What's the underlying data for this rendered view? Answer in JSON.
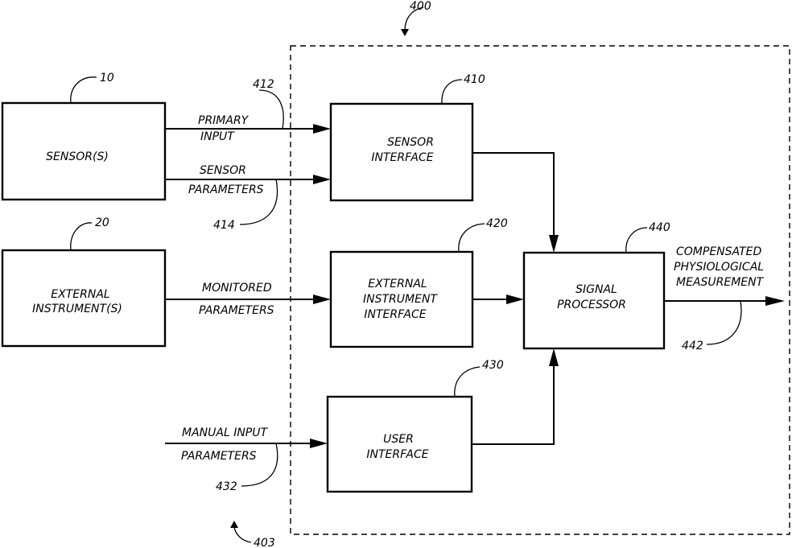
{
  "figure_ref": "400",
  "figure_ref_bottom": "403",
  "blocks": {
    "sensors": {
      "ref": "10",
      "lines": [
        "SENSOR(S)"
      ]
    },
    "external_instruments": {
      "ref": "20",
      "lines": [
        "EXTERNAL",
        "INSTRUMENT(S)"
      ]
    },
    "sensor_interface": {
      "ref": "410",
      "lines": [
        "SENSOR",
        "INTERFACE"
      ]
    },
    "external_instrument_interface": {
      "ref": "420",
      "lines": [
        "EXTERNAL",
        "INSTRUMENT",
        "INTERFACE"
      ]
    },
    "user_interface": {
      "ref": "430",
      "lines": [
        "USER",
        "INTERFACE"
      ]
    },
    "signal_processor": {
      "ref": "440",
      "lines": [
        "SIGNAL",
        "PROCESSOR"
      ]
    }
  },
  "signals": {
    "primary_input": {
      "ref": "412",
      "lines": [
        "PRIMARY",
        "INPUT"
      ]
    },
    "sensor_parameters": {
      "ref": "414",
      "lines": [
        "SENSOR",
        "PARAMETERS"
      ]
    },
    "monitored_parameters": {
      "lines": [
        "MONITORED",
        "PARAMETERS"
      ]
    },
    "manual_input_parameters": {
      "ref": "432",
      "lines": [
        "MANUAL INPUT",
        "PARAMETERS"
      ]
    },
    "compensated_measurement": {
      "ref": "442",
      "lines": [
        "COMPENSATED",
        "PHYSIOLOGICAL",
        "MEASUREMENT"
      ]
    }
  },
  "colors": {
    "ink": "#000000",
    "paper": "#ffffff"
  }
}
